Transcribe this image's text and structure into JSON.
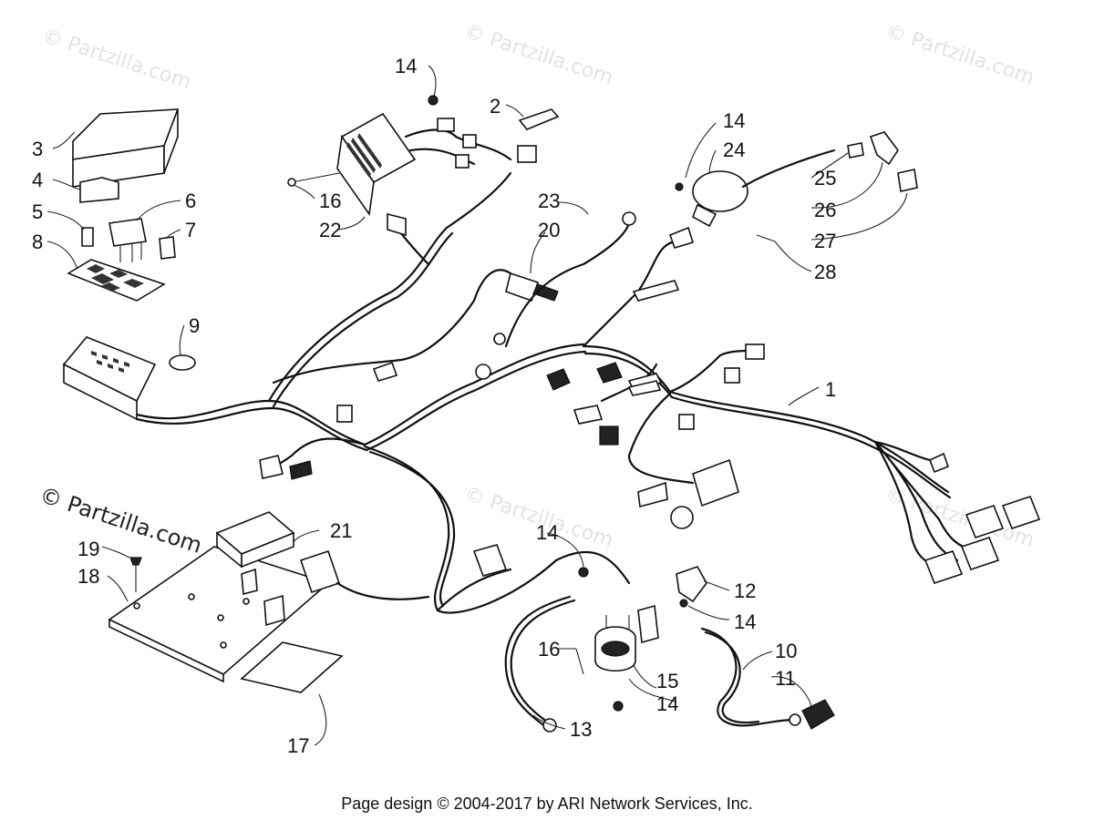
{
  "watermarks": {
    "faint": "© Partzilla.com",
    "prominent": "© Partzilla.com"
  },
  "footer": {
    "text": "Page design © 2004-2017 by ARI Network Services, Inc."
  },
  "callouts": [
    {
      "id": "c1",
      "label": "1"
    },
    {
      "id": "c2",
      "label": "2"
    },
    {
      "id": "c3",
      "label": "3"
    },
    {
      "id": "c4",
      "label": "4"
    },
    {
      "id": "c5",
      "label": "5"
    },
    {
      "id": "c6",
      "label": "6"
    },
    {
      "id": "c7",
      "label": "7"
    },
    {
      "id": "c8",
      "label": "8"
    },
    {
      "id": "c9",
      "label": "9"
    },
    {
      "id": "c10",
      "label": "10"
    },
    {
      "id": "c11",
      "label": "11"
    },
    {
      "id": "c12",
      "label": "12"
    },
    {
      "id": "c13",
      "label": "13"
    },
    {
      "id": "c14a",
      "label": "14"
    },
    {
      "id": "c14b",
      "label": "14"
    },
    {
      "id": "c14c",
      "label": "14"
    },
    {
      "id": "c14d",
      "label": "14"
    },
    {
      "id": "c14e",
      "label": "14"
    },
    {
      "id": "c15",
      "label": "15"
    },
    {
      "id": "c16a",
      "label": "16"
    },
    {
      "id": "c16b",
      "label": "16"
    },
    {
      "id": "c17",
      "label": "17"
    },
    {
      "id": "c18",
      "label": "18"
    },
    {
      "id": "c19",
      "label": "19"
    },
    {
      "id": "c20",
      "label": "20"
    },
    {
      "id": "c21",
      "label": "21"
    },
    {
      "id": "c22",
      "label": "22"
    },
    {
      "id": "c23",
      "label": "23"
    },
    {
      "id": "c24",
      "label": "24"
    },
    {
      "id": "c25",
      "label": "25"
    },
    {
      "id": "c26",
      "label": "26"
    },
    {
      "id": "c27",
      "label": "27"
    },
    {
      "id": "c28",
      "label": "28"
    }
  ]
}
